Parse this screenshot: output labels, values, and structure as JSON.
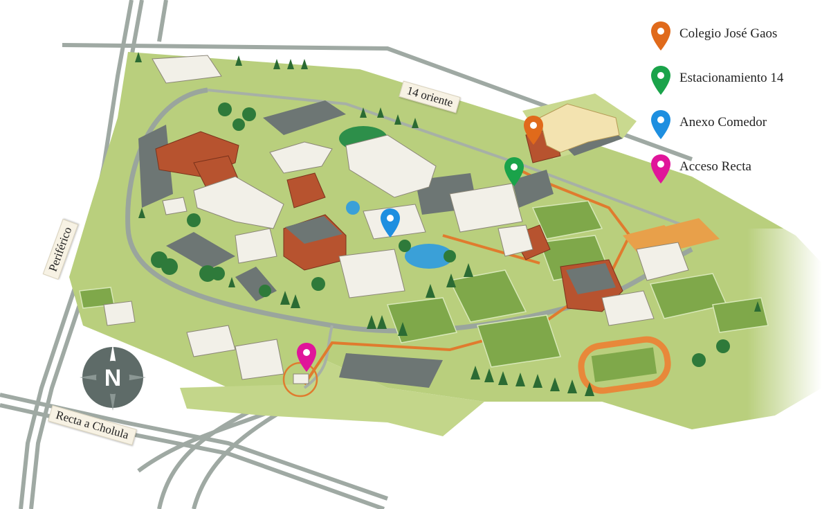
{
  "legend": {
    "items": [
      {
        "label": "Colegio José Gaos",
        "color": "#e06a1b",
        "icon": "map-pin-icon"
      },
      {
        "label": "Estacionamiento 14",
        "color": "#1aa34a",
        "icon": "map-pin-icon"
      },
      {
        "label": "Anexo Comedor",
        "color": "#1e8fe0",
        "icon": "map-pin-icon"
      },
      {
        "label": "Acceso Recta",
        "color": "#e0159a",
        "icon": "map-pin-icon"
      }
    ]
  },
  "roads": {
    "catorce_oriente": "14 oriente",
    "periferico": "Periférico",
    "recta_cholula": "Recta a Cholula"
  },
  "compass": {
    "label": "N",
    "icon": "compass-rose-icon"
  },
  "colors": {
    "campus_green": "#b9cf7d",
    "field_green": "#7fa84a",
    "road_gray": "#9aa59d",
    "route_orange": "#e07b2e",
    "building_brick": "#b7532f"
  }
}
